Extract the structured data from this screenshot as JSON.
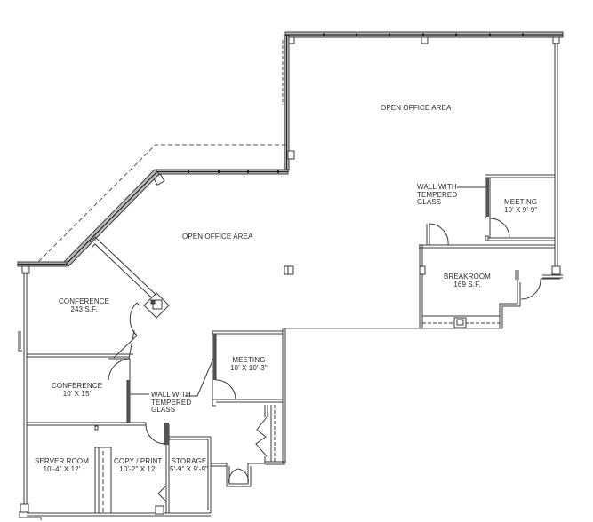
{
  "plan": {
    "colors": {
      "background": "#ffffff",
      "wall": "#3a3a3a",
      "wall_fill": "#9a9a9a",
      "dashed": "#555555",
      "text": "#2a2a2a"
    },
    "rooms": [
      {
        "id": "open-office-north",
        "name": "OPEN OFFICE AREA",
        "detail": ""
      },
      {
        "id": "open-office-center",
        "name": "OPEN OFFICE AREA",
        "detail": ""
      },
      {
        "id": "meeting-east",
        "name": "MEETING",
        "detail": "10' X 9'-9\""
      },
      {
        "id": "breakroom",
        "name": "BREAKROOM",
        "detail": "169 S.F."
      },
      {
        "id": "conference-large",
        "name": "CONFERENCE",
        "detail": "243 S.F."
      },
      {
        "id": "conference-small",
        "name": "CONFERENCE",
        "detail": "10' X 15'"
      },
      {
        "id": "meeting-center",
        "name": "MEETING",
        "detail": "10' X 10'-3\""
      },
      {
        "id": "server-room",
        "name": "SERVER ROOM",
        "detail": "10'-4\" X 12'"
      },
      {
        "id": "copy-print",
        "name": "COPY / PRINT",
        "detail": "10'-2\" X 12'"
      },
      {
        "id": "storage",
        "name": "STORAGE",
        "detail": "5'-9\" X 9'-9\""
      }
    ],
    "annotations": [
      {
        "id": "glass-wall-east",
        "lines": [
          "WALL WITH",
          "TEMPERED",
          "GLASS"
        ]
      },
      {
        "id": "glass-wall-center",
        "lines": [
          "WALL WITH",
          "TEMPERED",
          "GLASS"
        ]
      }
    ]
  }
}
